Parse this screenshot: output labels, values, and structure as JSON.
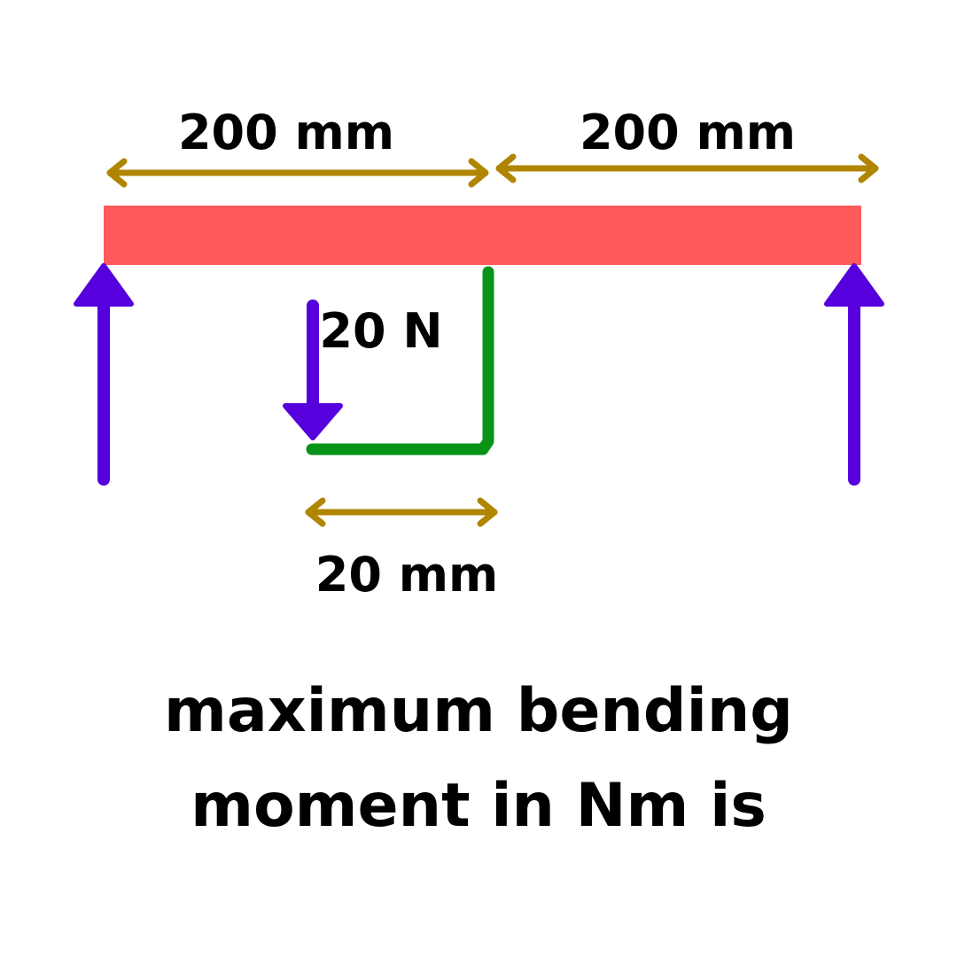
{
  "diagram": {
    "labels": {
      "left_span": "200 mm",
      "right_span": "200 mm",
      "load": "20 N",
      "offset": "20 mm"
    },
    "question": {
      "line1": "maximum bending",
      "line2": "moment in Nm is"
    }
  },
  "colors": {
    "beam": "#ff5a5a",
    "support_arrow": "#5500dd",
    "load_arrow": "#5500dd",
    "bracket": "#079418",
    "dimension": "#b08500",
    "text": "#000000"
  }
}
